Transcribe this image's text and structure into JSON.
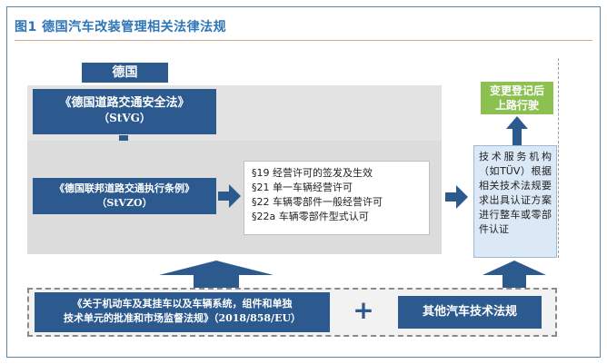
{
  "figure_title": "图1  德国汽车改装管理相关法律法规",
  "country_label": "德国",
  "stvg": {
    "line1": "《德国道路交通安全法》",
    "line2": "（StVG）"
  },
  "stvzo": {
    "line1": "《德国联邦道路交通执行条例》",
    "line2": "（StVZO）"
  },
  "sections": [
    "§19 经营许可的签发及生效",
    "§21 单一车辆经营许可",
    "§22 车辆零部件一般经营许可",
    "§22a 车辆零部件型式认可"
  ],
  "tech_service_text": "技术服务机构（如TÜV）根据相关技术法规要求出具认证方案进行整车或零部件认证",
  "registration": {
    "line1": "变更登记后",
    "line2": "上路行驶"
  },
  "eu_regulation": {
    "line1": "《关于机动车及其挂车以及车辆系统，组件和单独",
    "line2": "技术单元的批准和市场监督法规》（2018/858/EU）"
  },
  "plus_sign": "+",
  "other_regs": "其他汽车技术法规",
  "colors": {
    "navy": "#2c5a8f",
    "grey_panel": "#e3e3e3",
    "light_blue": "#dbe8f5",
    "green": "#8cc152",
    "title_blue": "#2e75b6"
  }
}
